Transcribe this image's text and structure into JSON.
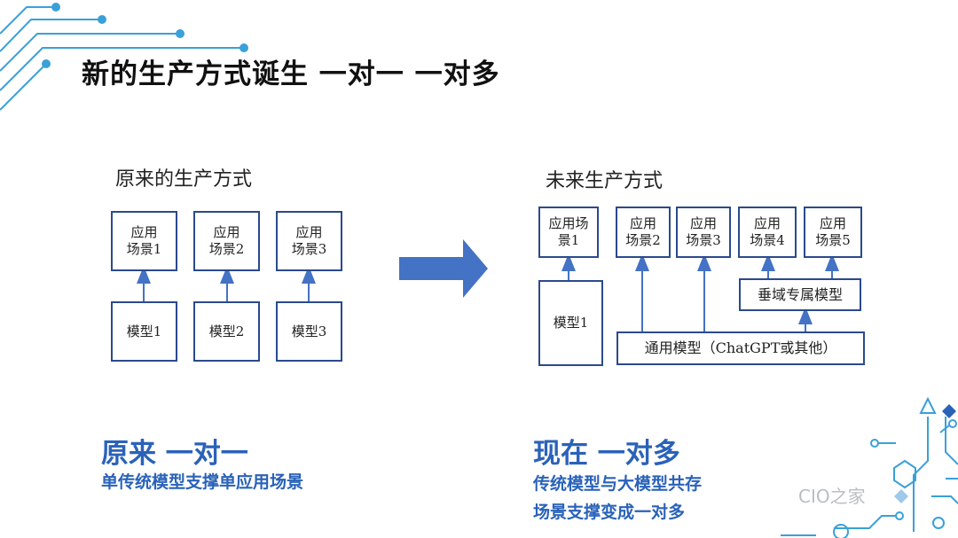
{
  "title": "新的生产方式诞生 一对一 一对多",
  "left_diagram": {
    "title": "原来的生产方式",
    "scenes": [
      {
        "line1": "应用",
        "line2": "场景1"
      },
      {
        "line1": "应用",
        "line2": "场景2"
      },
      {
        "line1": "应用",
        "line2": "场景3"
      }
    ],
    "models": [
      "模型1",
      "模型2",
      "模型3"
    ]
  },
  "right_diagram": {
    "title": "未来生产方式",
    "scenes": [
      {
        "line1": "应用场",
        "line2": "景1"
      },
      {
        "line1": "应用",
        "line2": "场景2"
      },
      {
        "line1": "应用",
        "line2": "场景3"
      },
      {
        "line1": "应用",
        "line2": "场景4"
      },
      {
        "line1": "应用",
        "line2": "场景5"
      }
    ],
    "model1": "模型1",
    "vertical_model": "垂域专属模型",
    "general_model": "通用模型（ChatGPT或其他）"
  },
  "captions": {
    "left_head": "原来 一对一",
    "left_line1": "单传统模型支撑单应用场景",
    "right_head": "现在 一对多",
    "right_line1": "传统模型与大模型共存",
    "right_line2": "场景支撑变成一对多"
  },
  "watermark": "CIO之家",
  "colors": {
    "accent": "#2a62b8",
    "box_border": "#2b4a8b",
    "arrow": "#4472c4",
    "circuit": "#3aa0d8"
  }
}
